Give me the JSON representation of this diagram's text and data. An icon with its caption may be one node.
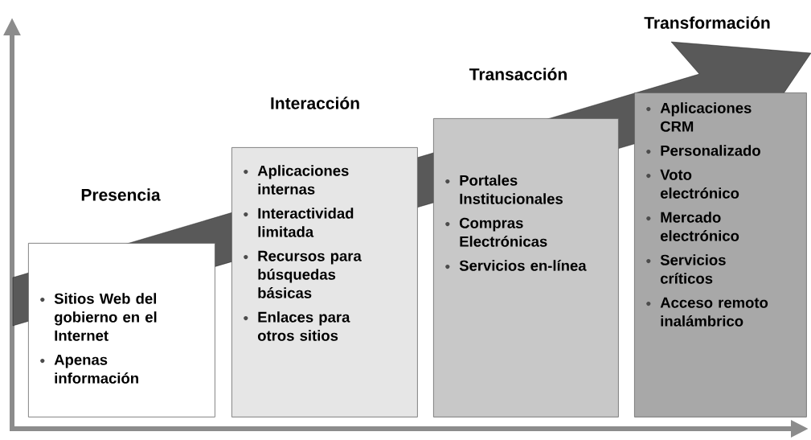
{
  "diagram": {
    "nodes": [
      {
        "text": [
          "Presencia",
          "Sitios Web del gobierno en el Internet",
          "Apenas información"
        ]
      },
      {
        "text": [
          "Interacción",
          "Aplicaciones internas",
          "Interactividad limitada",
          "Recursos para búsquedas básicas",
          "Enlaces para otros sitios"
        ]
      },
      {
        "text": [
          "Transacción",
          "Portales Institucionales",
          "Compras Electrónicas",
          "Servicios en-línea"
        ]
      },
      {
        "text": [
          "Transformación",
          "Aplicaciones CRM",
          "Personalizado",
          "Voto electrónico",
          "Mercado electrónico",
          "Servicios críticos",
          "Acceso remoto inalámbrico"
        ]
      }
    ]
  }
}
